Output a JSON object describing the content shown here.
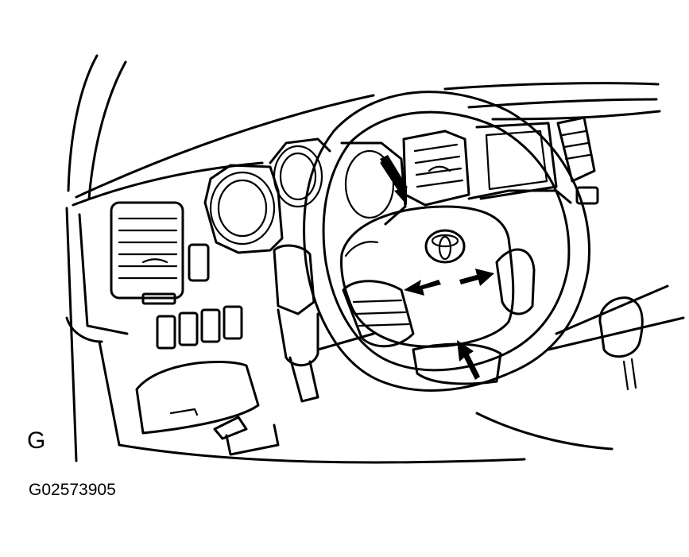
{
  "figure": {
    "panel_label": "G",
    "figure_code": "G02573905"
  },
  "annotations": {
    "arrow_count": 4,
    "arrows": [
      "arrow-upper",
      "arrow-left",
      "arrow-right",
      "arrow-lower"
    ]
  },
  "colors": {
    "ink": "#000000",
    "paper": "#ffffff"
  }
}
